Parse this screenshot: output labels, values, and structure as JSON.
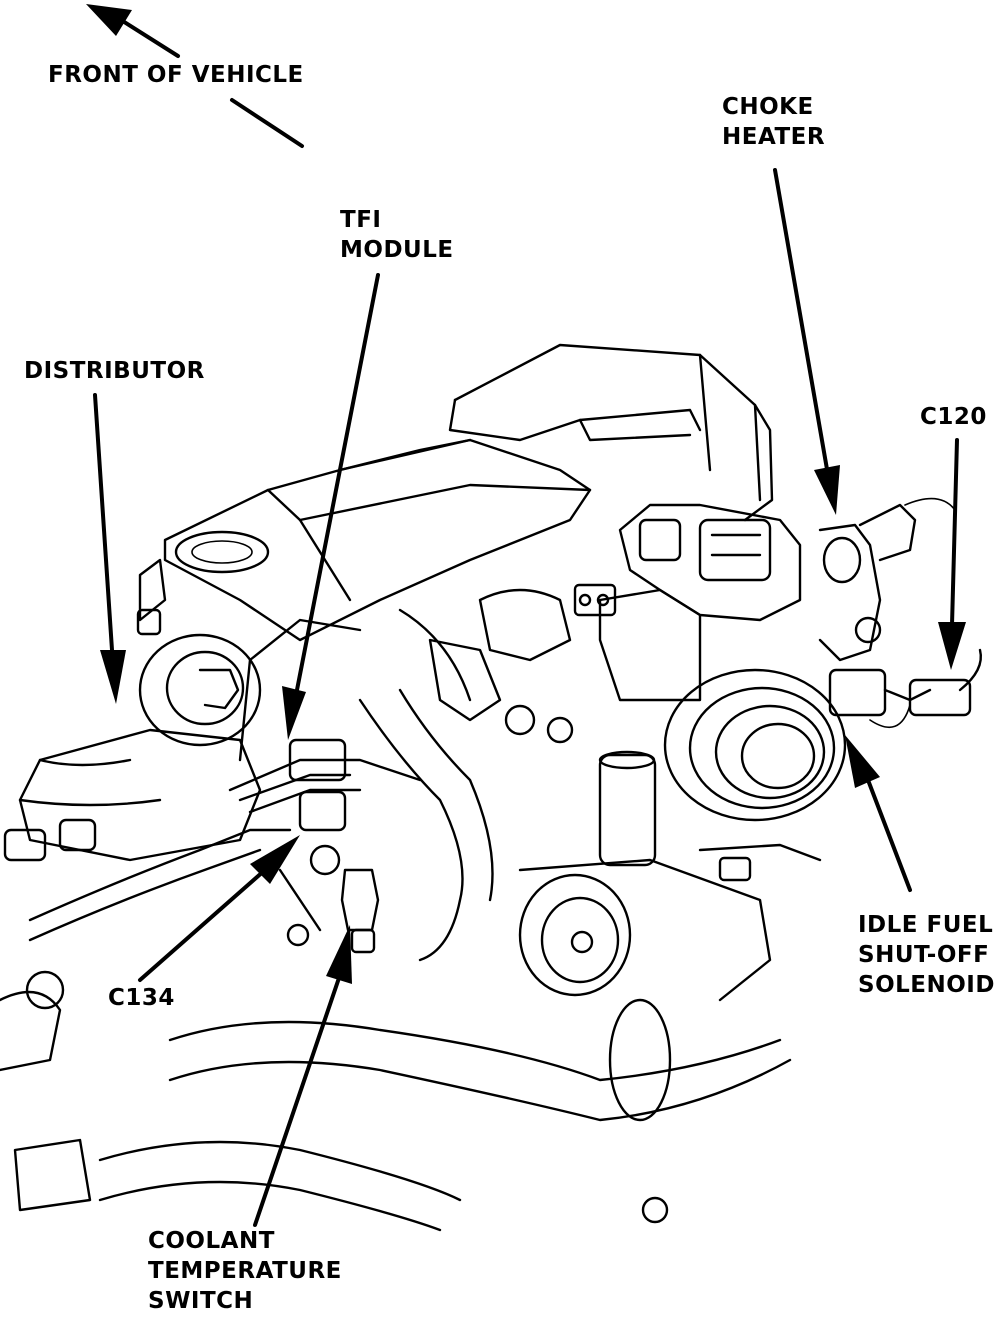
{
  "labels": {
    "front_of_vehicle": "FRONT OF VEHICLE",
    "choke_heater": [
      "CHOKE",
      "HEATER"
    ],
    "tfi_module": [
      "TFI",
      "MODULE"
    ],
    "distributor": "DISTRIBUTOR",
    "c120": "C120",
    "c134": "C134",
    "idle_fuel_solenoid": [
      "IDLE FUEL",
      "SHUT-OFF",
      "SOLENOID"
    ],
    "coolant_switch": [
      "COOLANT",
      "TEMPERATURE",
      "SWITCH"
    ]
  },
  "icons": {
    "front_arrow": "arrow-up-left-icon",
    "callout_arrows": "callout-arrow-icon"
  },
  "colors": {
    "ink": "#000000",
    "paper": "#ffffff"
  }
}
